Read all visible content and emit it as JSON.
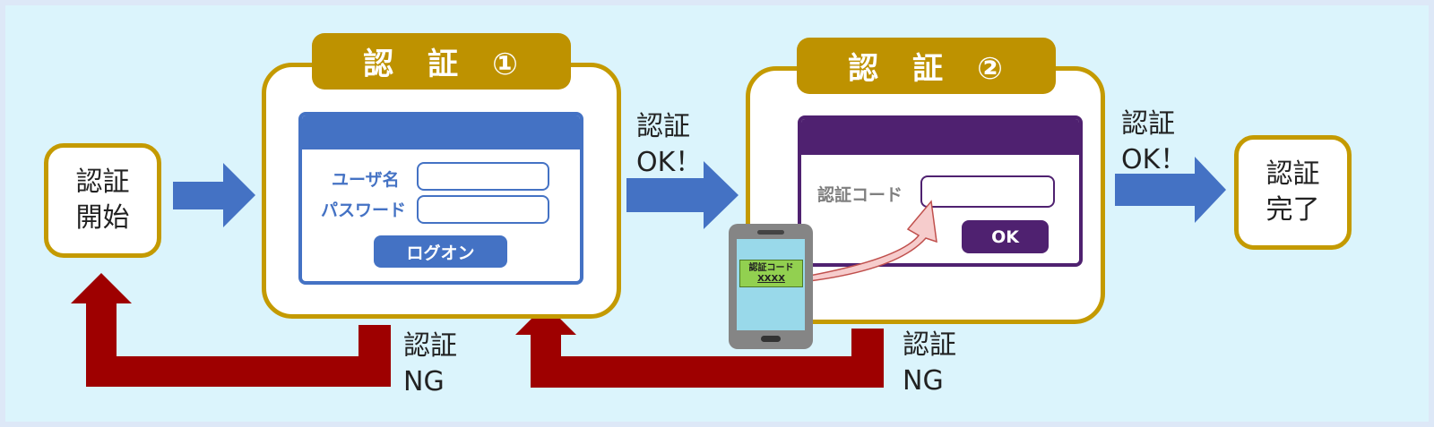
{
  "start": {
    "line1": "認証",
    "line2": "開始"
  },
  "auth1": {
    "tab": "認　証　①",
    "username_label": "ユーザ名",
    "password_label": "パスワード",
    "logon_button": "ログオン"
  },
  "ok1": {
    "line1": "認証",
    "line2": "OK！"
  },
  "auth2": {
    "tab": "認　証　②",
    "code_label": "認証コード",
    "ok_button": "OK"
  },
  "phone": {
    "label": "認証コード",
    "code": "XXXX"
  },
  "ok2": {
    "line1": "認証",
    "line2": "OK！"
  },
  "done": {
    "line1": "認証",
    "line2": "完了"
  },
  "ng1": {
    "line1": "認証",
    "line2": "NG"
  },
  "ng2": {
    "line1": "認証",
    "line2": "NG"
  },
  "colors": {
    "gold": "#c49a00",
    "blue_arrow": "#4472c4",
    "red_arrow": "#9e0000",
    "purple": "#4f2170",
    "background": "#dbf4fc"
  }
}
